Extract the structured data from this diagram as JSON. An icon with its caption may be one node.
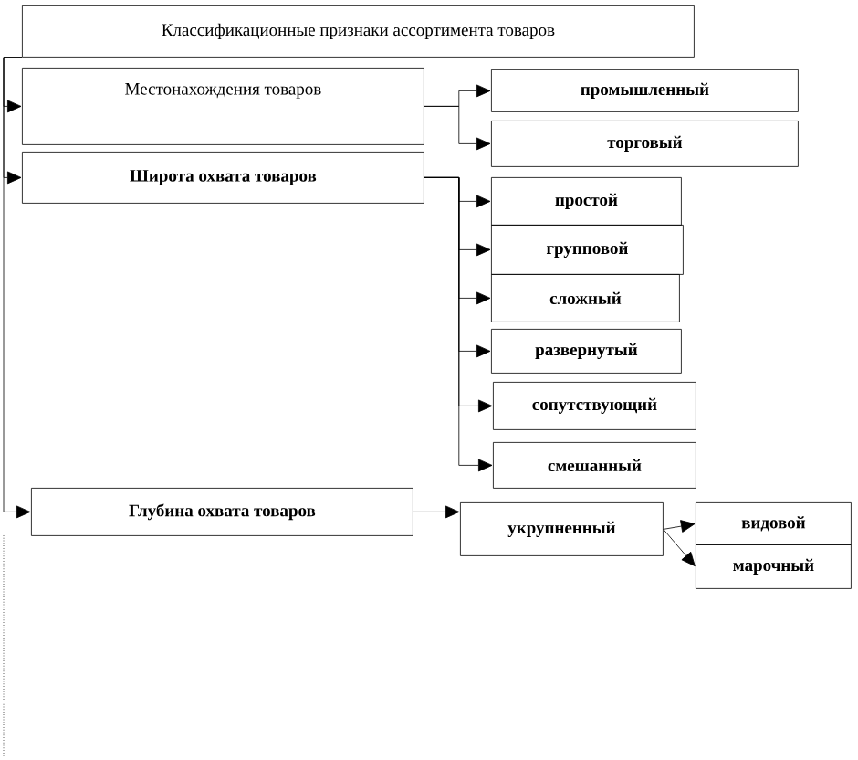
{
  "diagram": {
    "nodes": [
      {
        "text": [
          "Классификационные  признаки  ассортимента  товаров"
        ]
      },
      {
        "text": [
          "Местонахождения  товаров"
        ]
      },
      {
        "text": [
          "промышленный"
        ]
      },
      {
        "text": [
          "торговый"
        ]
      },
      {
        "text": [
          "Широта охвата  товаров"
        ]
      },
      {
        "text": [
          "простой"
        ]
      },
      {
        "text": [
          "групповой"
        ]
      },
      {
        "text": [
          "сложный"
        ]
      },
      {
        "text": [
          "развернутый"
        ]
      },
      {
        "text": [
          "сопутствующий"
        ]
      },
      {
        "text": [
          "смешанный"
        ]
      },
      {
        "text": [
          "Глубина охвата  товаров"
        ]
      },
      {
        "text": [
          "укрупненный"
        ]
      },
      {
        "text": [
          "видовой"
        ]
      },
      {
        "text": [
          "марочный"
        ]
      }
    ],
    "edges": [
      {
        "from": 0,
        "to": 1,
        "arrow": "to"
      },
      {
        "from": 0,
        "to": 4,
        "arrow": "to"
      },
      {
        "from": 0,
        "to": 11,
        "arrow": "to"
      },
      {
        "from": 1,
        "to": 2,
        "arrow": "to"
      },
      {
        "from": 1,
        "to": 3,
        "arrow": "to"
      },
      {
        "from": 4,
        "to": 5,
        "arrow": "to"
      },
      {
        "from": 4,
        "to": 6,
        "arrow": "to"
      },
      {
        "from": 4,
        "to": 7,
        "arrow": "to"
      },
      {
        "from": 4,
        "to": 8,
        "arrow": "to"
      },
      {
        "from": 4,
        "to": 9,
        "arrow": "to"
      },
      {
        "from": 4,
        "to": 10,
        "arrow": "to"
      },
      {
        "from": 11,
        "to": 12,
        "arrow": "to"
      },
      {
        "from": 12,
        "to": 13,
        "arrow": "to"
      },
      {
        "from": 12,
        "to": 14,
        "arrow": "to"
      }
    ]
  }
}
